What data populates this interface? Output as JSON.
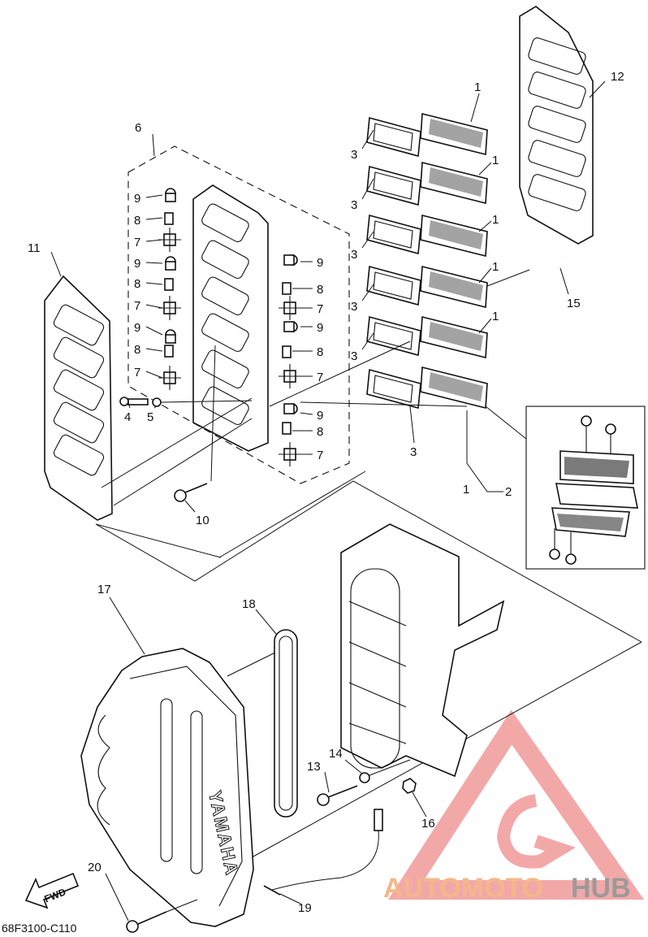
{
  "diagram_code": "68F3100-C110",
  "fwd_label": "FWD",
  "case_lettering": "YAMAHA",
  "watermark": {
    "part1": "AUTOMOTO",
    "part2": "HUB",
    "color1": "#f4b78a",
    "color2": "#9a9a9a",
    "logo_color": "#f08b8b"
  },
  "callouts": {
    "c1": "1",
    "c2": "2",
    "c3": "3",
    "c4": "4",
    "c5": "5",
    "c6": "6",
    "c7": "7",
    "c8": "8",
    "c9": "9",
    "c10": "10",
    "c11": "11",
    "c12": "12",
    "c13": "13",
    "c14": "14",
    "c15": "15",
    "c16": "16",
    "c17": "17",
    "c18": "18",
    "c19": "19",
    "c20": "20"
  }
}
